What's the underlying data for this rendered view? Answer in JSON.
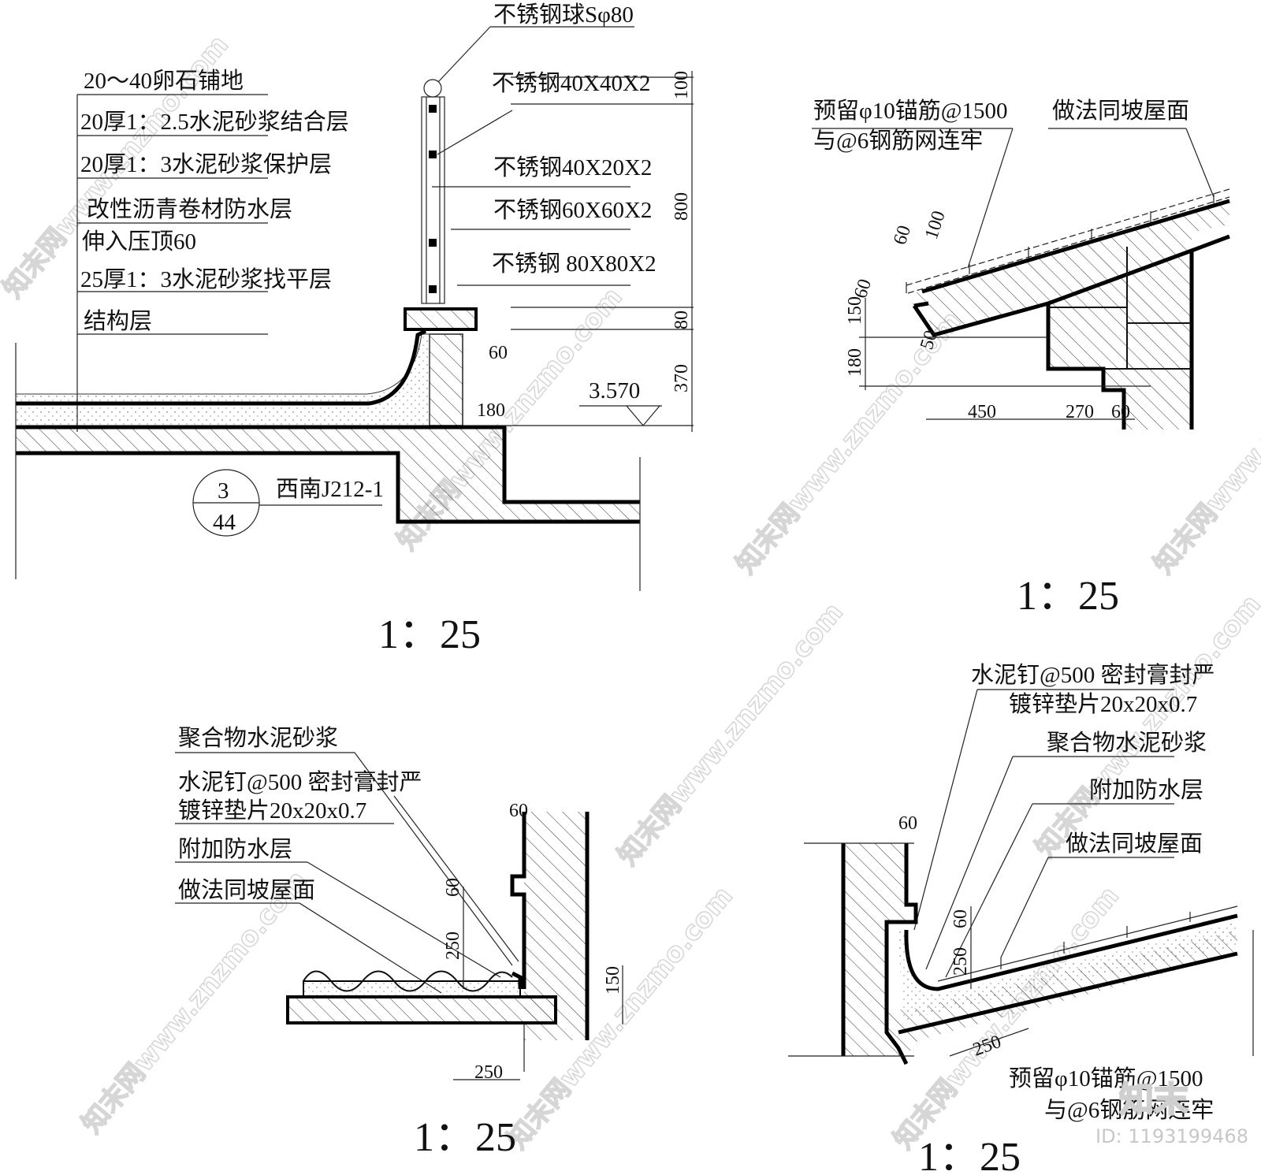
{
  "watermark": "知末网www.znzmo.com",
  "logo_text": "知末",
  "image_id": "ID: 1193199468",
  "detail_1": {
    "layers": [
      "20～40卵石铺地",
      "20厚1：2.5水泥砂浆结合层",
      "20厚1：3水泥砂浆保护层",
      "改性沥青卷材防水层",
      "伸入压顶60",
      "25厚1：3水泥砂浆找平层",
      "结构层"
    ],
    "railing": [
      "不锈钢球Sφ80",
      "不锈钢40X40X2",
      "不锈钢40X20X2",
      "不锈钢60X60X2",
      "不锈钢 80X80X2"
    ],
    "dims": {
      "top": "100",
      "rail": "800",
      "coping": "80",
      "wall": "370",
      "wall_thk": "60",
      "parapet": "180"
    },
    "elevation": "3.570",
    "ref_top": "3",
    "ref_bottom": "44",
    "ref_code": "西南J212-1",
    "scale": "1：25"
  },
  "detail_2": {
    "note_1": "预留φ10锚筋@1500",
    "note_2": "与@6钢筋网连牢",
    "note_3": "做法同坡屋面",
    "dims": {
      "a": "60",
      "b": "100",
      "c": "150",
      "d": "60",
      "e": "50",
      "f": "180",
      "g": "450",
      "h": "270",
      "i": "60"
    },
    "scale": "1：25"
  },
  "detail_3": {
    "notes": [
      "聚合物水泥砂浆",
      "水泥钉@500  密封膏封严",
      "镀锌垫片20x20x0.7",
      "附加防水层",
      "做法同坡屋面"
    ],
    "dims": {
      "top": "60",
      "groove": "60",
      "upturn": "250",
      "slab": "150",
      "width": "250"
    },
    "scale": "1：25"
  },
  "detail_4": {
    "notes": [
      "水泥钉@500 密封膏封严",
      "镀锌垫片20x20x0.7",
      "聚合物水泥砂浆",
      "附加防水层",
      "做法同坡屋面"
    ],
    "anchor_1": "预留φ10锚筋@1500",
    "anchor_2": "与@6钢筋网连牢",
    "dims": {
      "top": "60",
      "groove": "60",
      "upturn": "250",
      "width": "250"
    },
    "scale": "1：25"
  }
}
